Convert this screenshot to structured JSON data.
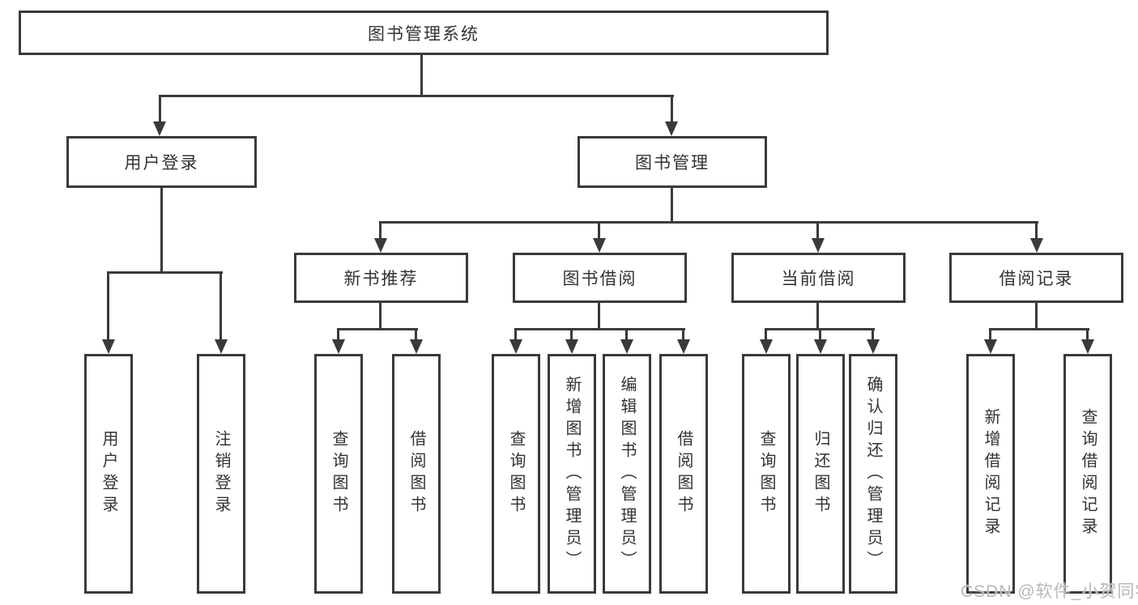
{
  "diagram": {
    "root": "图书管理系统",
    "level2": {
      "user_login": "用户登录",
      "book_management": "图书管理"
    },
    "level3": {
      "new_book_recommend": "新书推荐",
      "book_borrow": "图书借阅",
      "current_borrow": "当前借阅",
      "borrow_records": "借阅记录"
    },
    "leaves": {
      "user_login": [
        "用户登录",
        "注销登录"
      ],
      "new_book_recommend": [
        "查询图书",
        "借阅图书"
      ],
      "book_borrow": [
        "查询图书",
        "新增图书（管理员）",
        "编辑图书（管理员）",
        "借阅图书"
      ],
      "current_borrow": [
        "查询图书",
        "归还图书",
        "确认归还（管理员）"
      ],
      "borrow_records": [
        "新增借阅记录",
        "查询借阅记录"
      ]
    }
  },
  "watermark": "CSDN @软件_小贺同学",
  "colors": {
    "line": "#3a3a3a",
    "text": "#333333",
    "background": "#ffffff",
    "watermark": "#b9b9b9"
  }
}
